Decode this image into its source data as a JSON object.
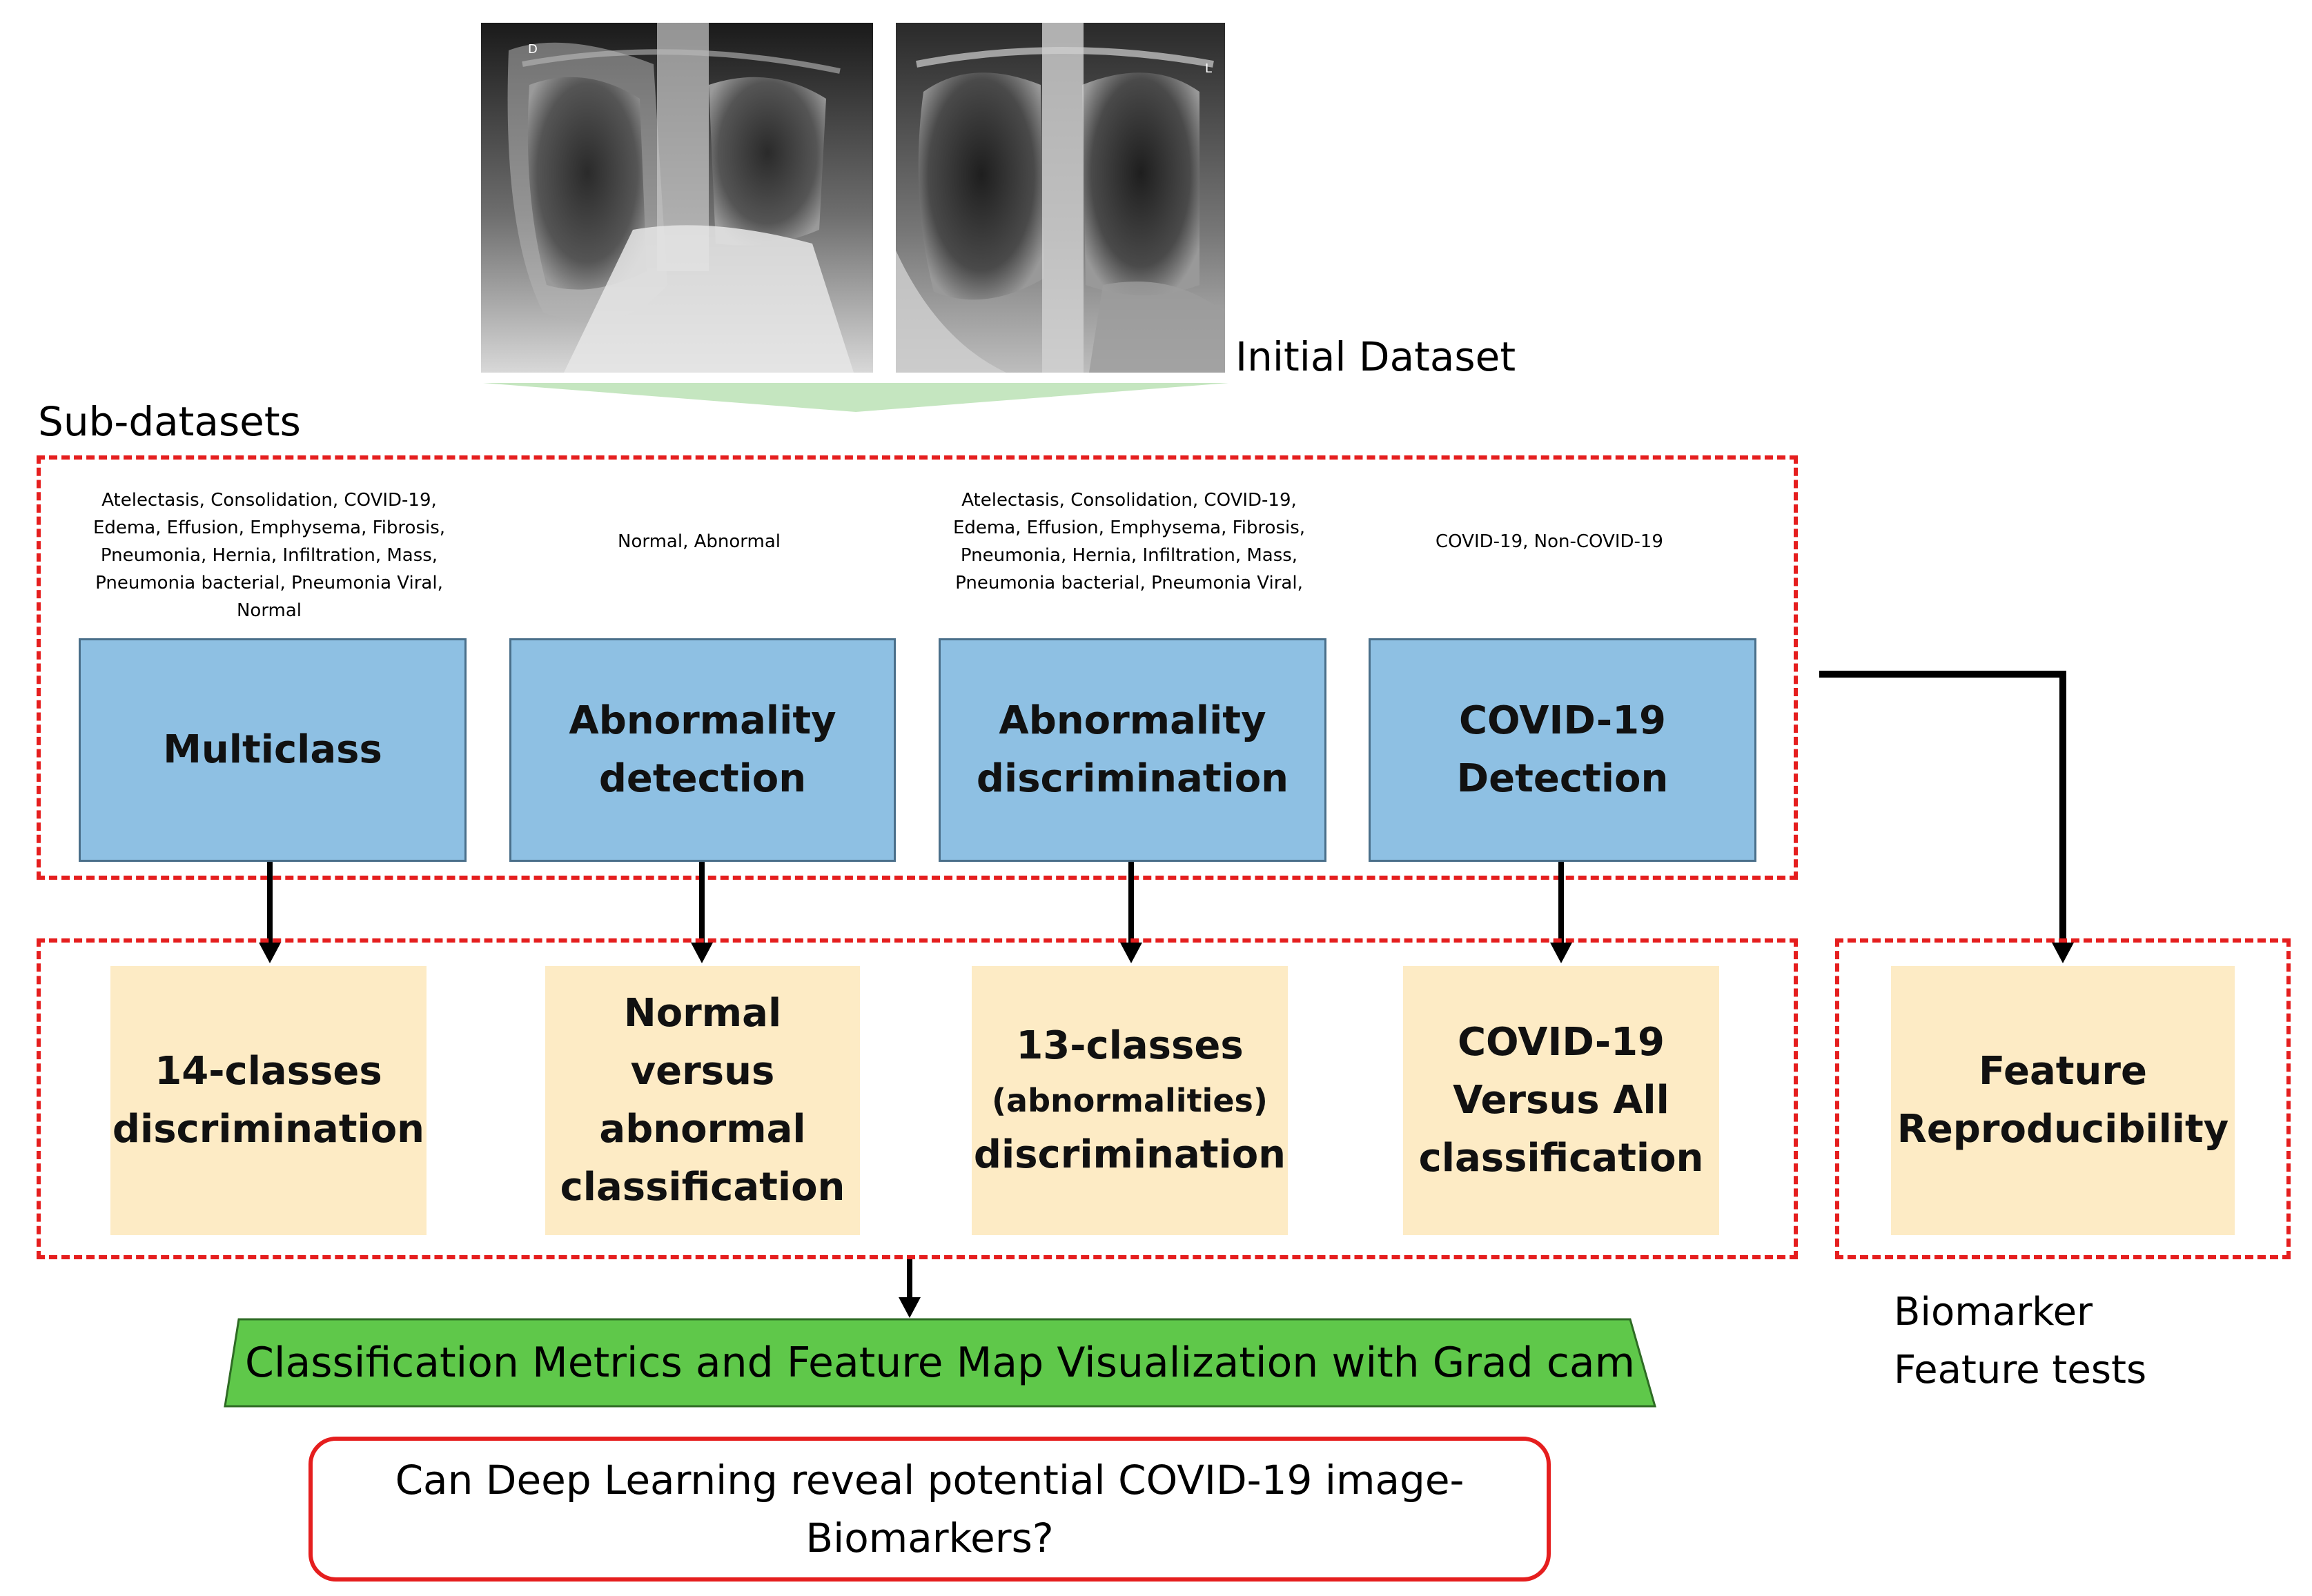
{
  "colors": {
    "dashed_border": "#e51e1e",
    "blue_box": "#8ec0e3",
    "yellow_box": "#fdebc5",
    "green_banner": "#5fc84a",
    "funnel": "#c5e6c0"
  },
  "initial_dataset": {
    "label": "Initial Dataset",
    "xray_left_marker": "D",
    "xray_right_marker": "L"
  },
  "subdatasets": {
    "label": "Sub-datasets",
    "columns": [
      {
        "classes_lines": [
          "Atelectasis, Consolidation, COVID-19,",
          "Edema, Effusion, Emphysema, Fibrosis,",
          "Pneumonia, Hernia, Infiltration, Mass,",
          "Pneumonia bacterial, Pneumonia Viral,",
          "Normal"
        ],
        "task_lines": [
          "Multiclass"
        ],
        "result_lines": [
          "14-classes",
          "discrimination"
        ]
      },
      {
        "classes_lines": [
          "Normal, Abnormal"
        ],
        "task_lines": [
          "Abnormality",
          "detection"
        ],
        "result_lines": [
          "Normal versus",
          "abnormal",
          "classification"
        ]
      },
      {
        "classes_lines": [
          "Atelectasis, Consolidation, COVID-19,",
          "Edema, Effusion, Emphysema, Fibrosis,",
          "Pneumonia, Hernia, Infiltration, Mass,",
          "Pneumonia bacterial, Pneumonia Viral,"
        ],
        "task_lines": [
          "Abnormality",
          "discrimination"
        ],
        "result_lines": [
          "13-classes",
          "(abnormalities)",
          "discrimination"
        ]
      },
      {
        "classes_lines": [
          "COVID-19, Non-COVID-19"
        ],
        "task_lines": [
          "COVID-19",
          "Detection"
        ],
        "result_lines": [
          "COVID-19",
          "Versus All",
          "classification"
        ]
      }
    ]
  },
  "feature_box": {
    "lines": [
      "Feature",
      "Reproducibility"
    ]
  },
  "biomarker_label": {
    "lines": [
      "Biomarker",
      "Feature tests"
    ]
  },
  "banner": {
    "text": "Classification Metrics and Feature Map Visualization with Grad cam"
  },
  "question": {
    "lines": [
      "Can Deep Learning reveal potential COVID-19 image-",
      "Biomarkers?"
    ]
  }
}
